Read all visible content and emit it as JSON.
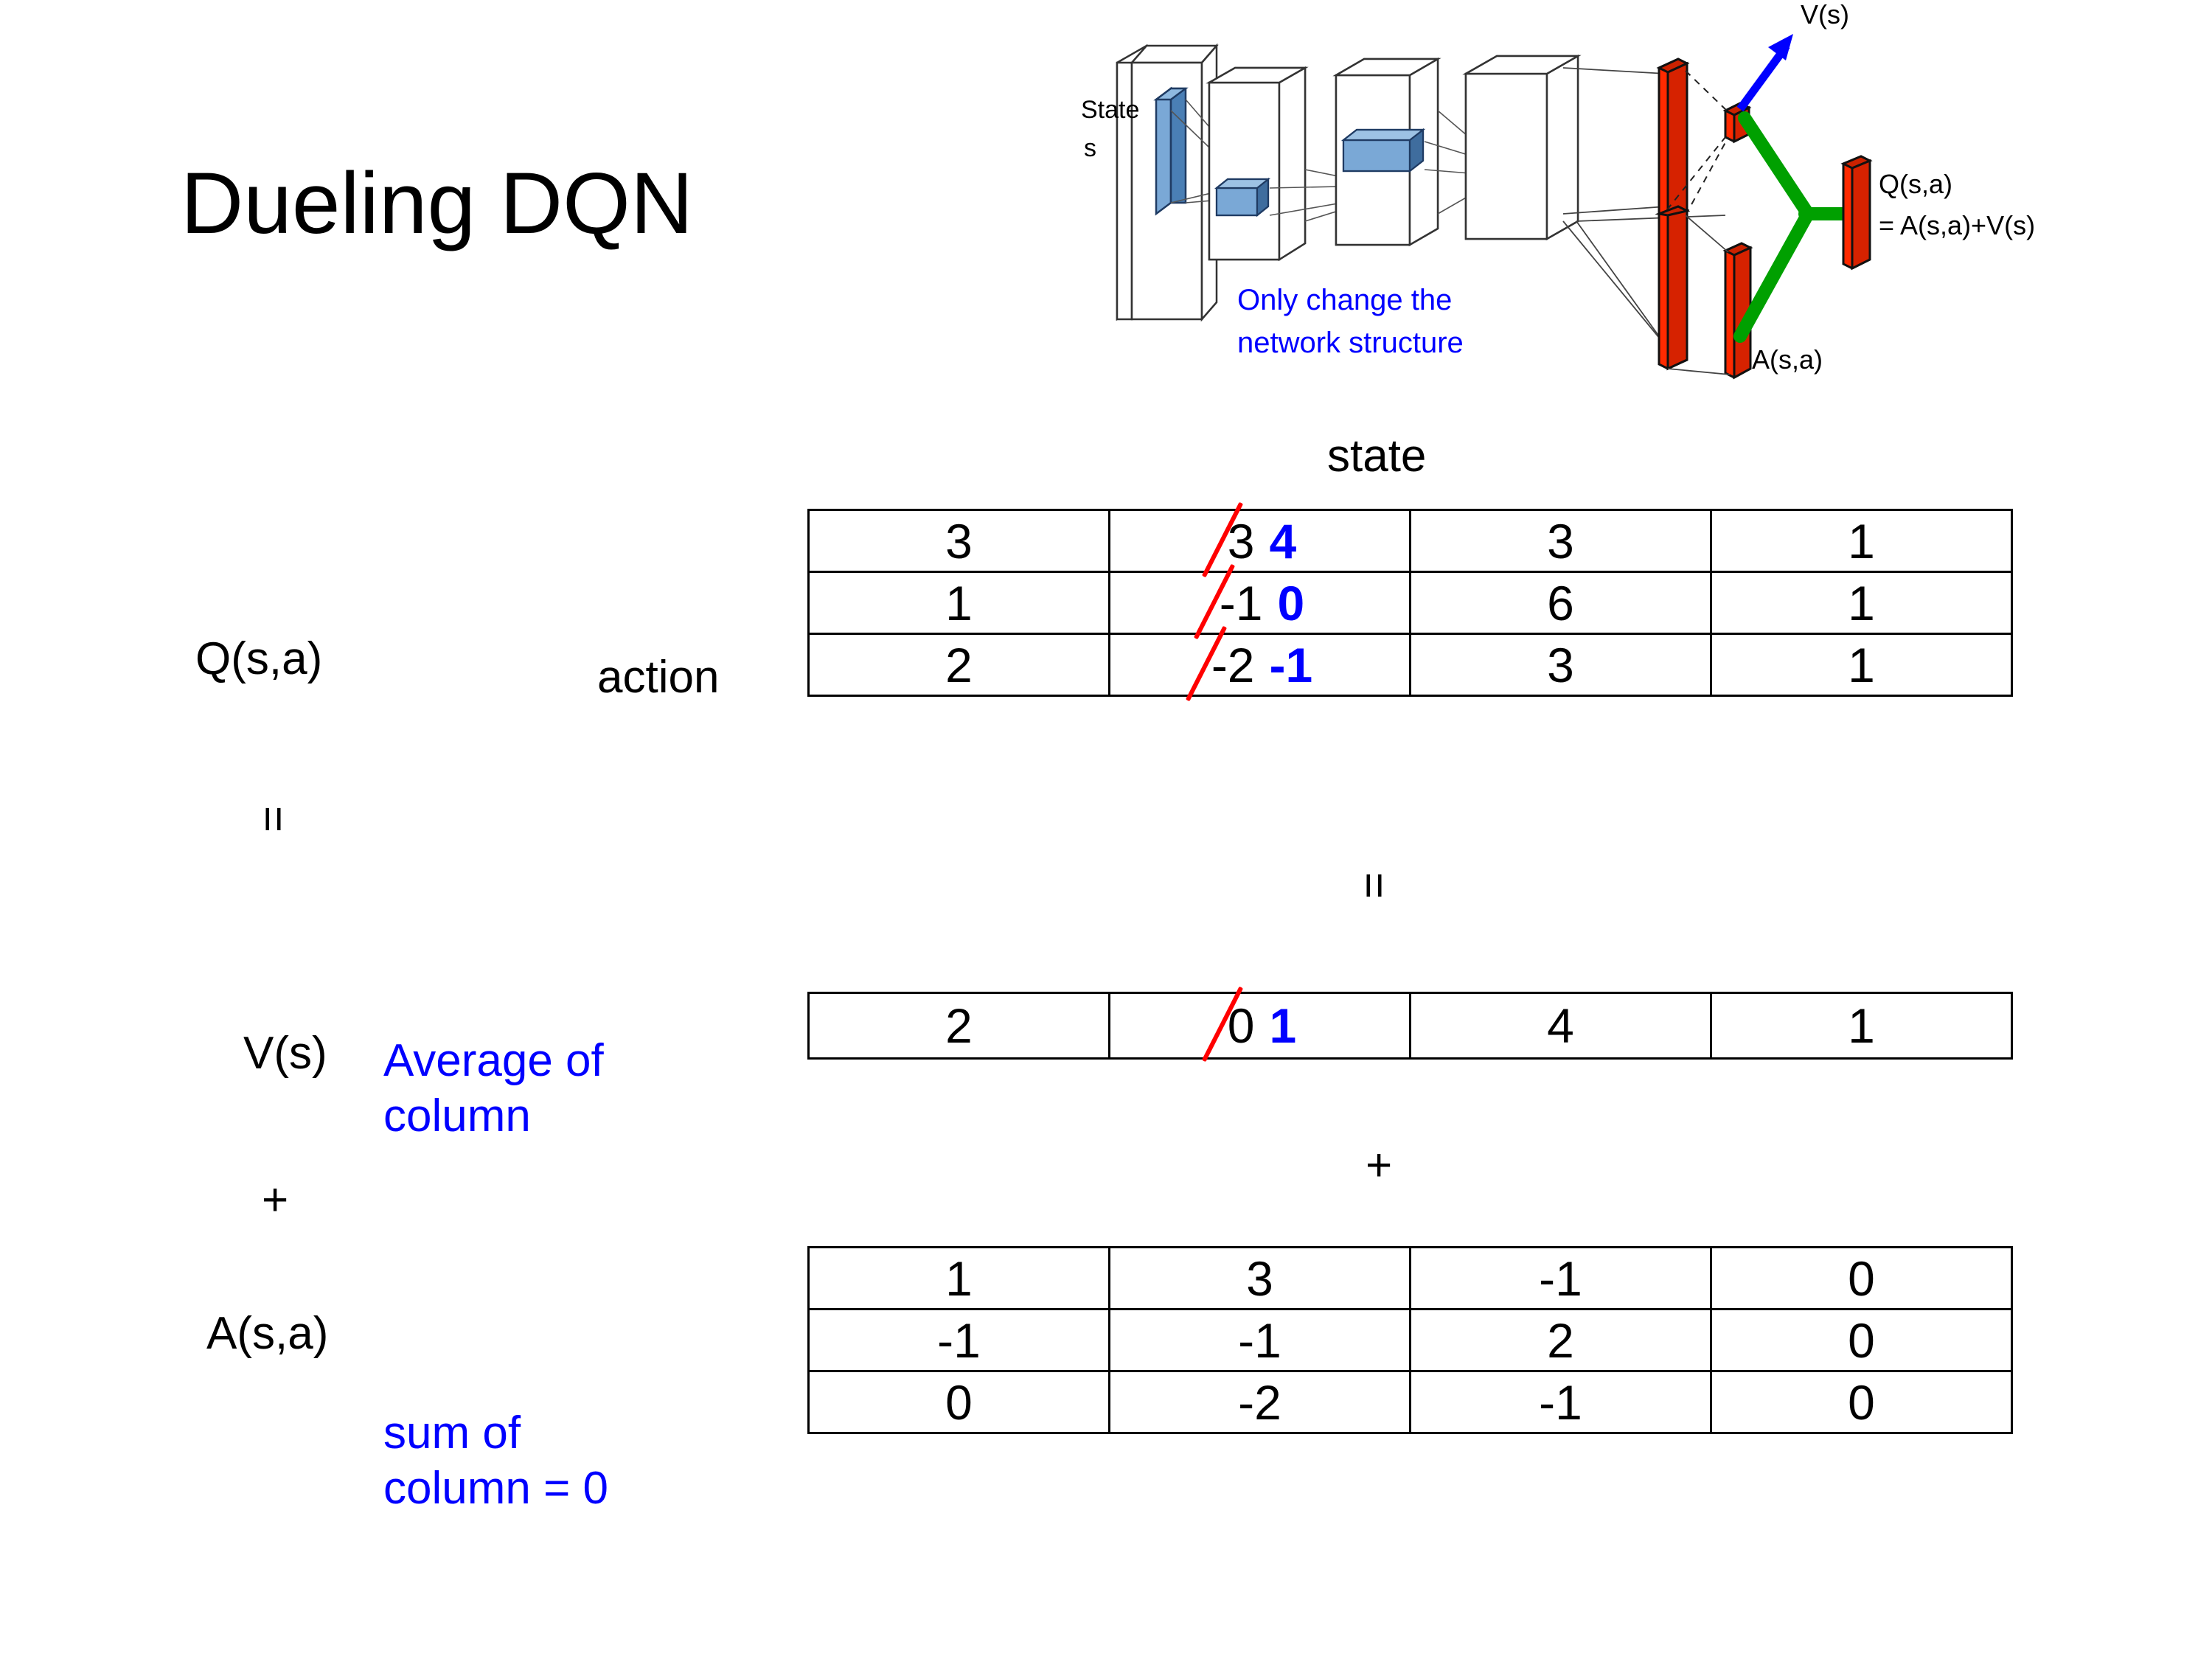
{
  "slide": {
    "title": "Dueling DQN"
  },
  "diagram": {
    "state_label_line1": "State",
    "state_label_line2": "s",
    "note_line1": "Only change the",
    "note_line2": "network structure",
    "v_label": "V(s)",
    "a_label": "A(s,a)",
    "q_label_line1": "Q(s,a)",
    "q_label_line2": "= A(s,a)+V(s)",
    "colors": {
      "note": "#0000ff",
      "arrow": "#0000ff",
      "merge": "#00a000",
      "bar": "#ff2a00",
      "conv": "#6699cc"
    }
  },
  "labels": {
    "state_header": "state",
    "action_header": "action",
    "q_label": "Q(s,a)",
    "v_label": "V(s)",
    "a_label": "A(s,a)",
    "equals_q": "=",
    "equals_mid": "=",
    "plus_left": "+",
    "plus_mid": "+",
    "note_average_line1": "Average of",
    "note_average_line2": "column",
    "note_sum_line1": "sum of",
    "note_sum_line2": "column = 0",
    "colors": {
      "annotation": "#0000ff",
      "edit_old_strike": "#ff0000",
      "edit_new": "#0000ff"
    }
  },
  "tables": {
    "q": {
      "name": "Q(s,a)",
      "rows": [
        [
          {
            "v": "3"
          },
          {
            "v": "3",
            "struck": true,
            "new": "4"
          },
          {
            "v": "3"
          },
          {
            "v": "1"
          }
        ],
        [
          {
            "v": "1"
          },
          {
            "v": "-1",
            "struck": true,
            "new": "0"
          },
          {
            "v": "6"
          },
          {
            "v": "1"
          }
        ],
        [
          {
            "v": "2"
          },
          {
            "v": "-2",
            "struck": true,
            "new": "-1"
          },
          {
            "v": "3"
          },
          {
            "v": "1"
          }
        ]
      ]
    },
    "v": {
      "name": "V(s)",
      "rows": [
        [
          {
            "v": "2"
          },
          {
            "v": "0",
            "struck": true,
            "new": "1"
          },
          {
            "v": "4"
          },
          {
            "v": "1"
          }
        ]
      ]
    },
    "a": {
      "name": "A(s,a)",
      "rows": [
        [
          {
            "v": "1"
          },
          {
            "v": "3"
          },
          {
            "v": "-1"
          },
          {
            "v": "0"
          }
        ],
        [
          {
            "v": "-1"
          },
          {
            "v": "-1"
          },
          {
            "v": "2"
          },
          {
            "v": "0"
          }
        ],
        [
          {
            "v": "0"
          },
          {
            "v": "-2"
          },
          {
            "v": "-1"
          },
          {
            "v": "0"
          }
        ]
      ]
    }
  }
}
